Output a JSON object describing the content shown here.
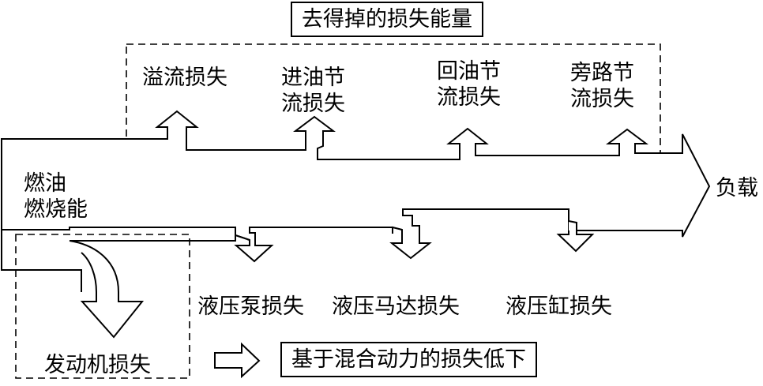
{
  "title": "去得掉的损失能量",
  "losses_top": [
    {
      "line1": "溢流损失",
      "line2": ""
    },
    {
      "line1": "进油节",
      "line2": "流损失"
    },
    {
      "line1": "回油节",
      "line2": "流损失"
    },
    {
      "line1": "旁路节",
      "line2": "流损失"
    }
  ],
  "source": {
    "line1": "燃油",
    "line2": "燃烧能"
  },
  "load": "负载",
  "losses_bottom": [
    "液压泵损失",
    "液压马达损失",
    "液压缸损失"
  ],
  "engine_loss": "发动机损失",
  "result": "基于混合动力的损失低下",
  "colors": {
    "stroke": "#000000",
    "background": "#ffffff"
  }
}
